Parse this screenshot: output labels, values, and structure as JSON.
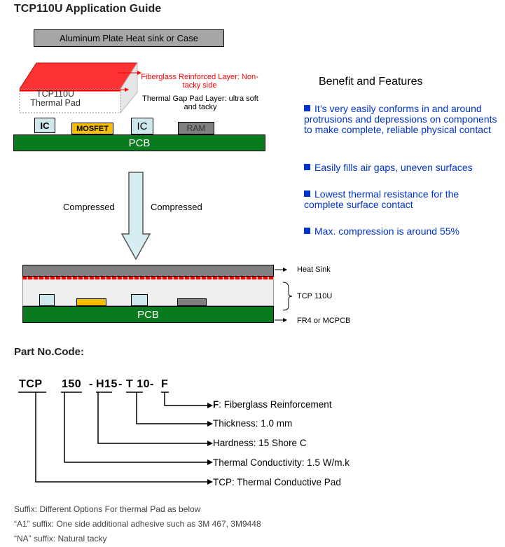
{
  "title": "TCP110U Application Guide",
  "top_diagram": {
    "heatsink_label": "Aluminum Plate Heat sink or Case",
    "pad_label": "TCP110U Thermal Pad",
    "fiberglass_label": "Fiberglass Reinforced Layer: Non-tacky side",
    "gap_pad_label": "Thermal Gap Pad Layer: ultra soft and tacky",
    "components": [
      "IC",
      "MOSFET",
      "IC",
      "RAM"
    ],
    "pcb_label": "PCB"
  },
  "compress": {
    "left": "Compressed",
    "right": "Compressed"
  },
  "bottom_diagram": {
    "heat_sink": "Heat Sink",
    "tcp": "TCP 110U",
    "fr4": "FR4 or MCPCB",
    "pcb_label": "PCB"
  },
  "benefits": {
    "title": "Benefit and Features",
    "items": [
      "It’s very easily conforms in and around protrusions and depressions on components to make complete, reliable physical contact",
      "Easily fills air gaps, uneven surfaces",
      "Lowest thermal resistance for the complete surface contact",
      "Max. compression is around 55%"
    ]
  },
  "part_no": {
    "title": "Part No.Code:",
    "code": {
      "tcp": "TCP",
      "num": "150",
      "dash1": "-",
      "h": "H15",
      "dash2": "-",
      "t": "T 10-",
      "f": "F"
    },
    "legend": [
      {
        "key": "F",
        "text": ": Fiberglass Reinforcement"
      },
      {
        "key": "",
        "text": "Thickness: 1.0 mm"
      },
      {
        "key": "",
        "text": "Hardness: 15 Shore C"
      },
      {
        "key": "",
        "text": "Thermal Conductivity: 1.5 W/m.k"
      },
      {
        "key": "",
        "text": "TCP: Thermal Conductive Pad"
      }
    ]
  },
  "suffix": [
    "Suffix: Different Options For thermal Pad as below",
    "“A1” suffix: One side additional adhesive such as 3M 467, 3M9448",
    "“NA” suffix: Natural tacky"
  ]
}
